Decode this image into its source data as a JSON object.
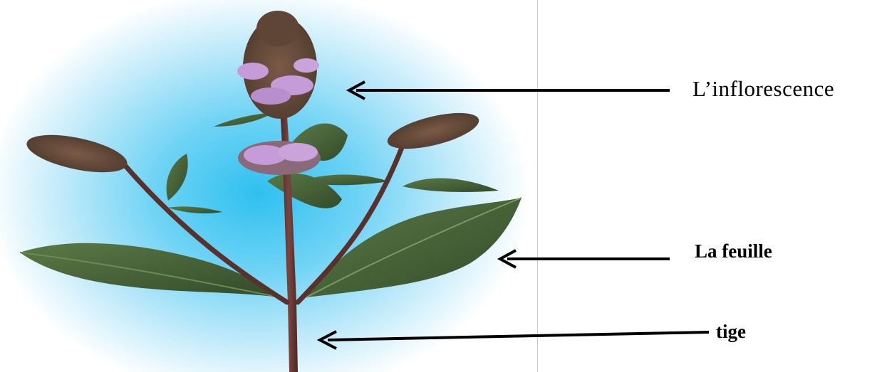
{
  "labels": {
    "inflorescence": "L’inflorescence",
    "leaf": "La feuille",
    "stem": "tige"
  },
  "colors": {
    "background_center": "#2fc0ef",
    "stem": "#6b3a36",
    "leaf": "#3f5b33",
    "flower": "#c79ad6",
    "arrow": "#000000"
  }
}
